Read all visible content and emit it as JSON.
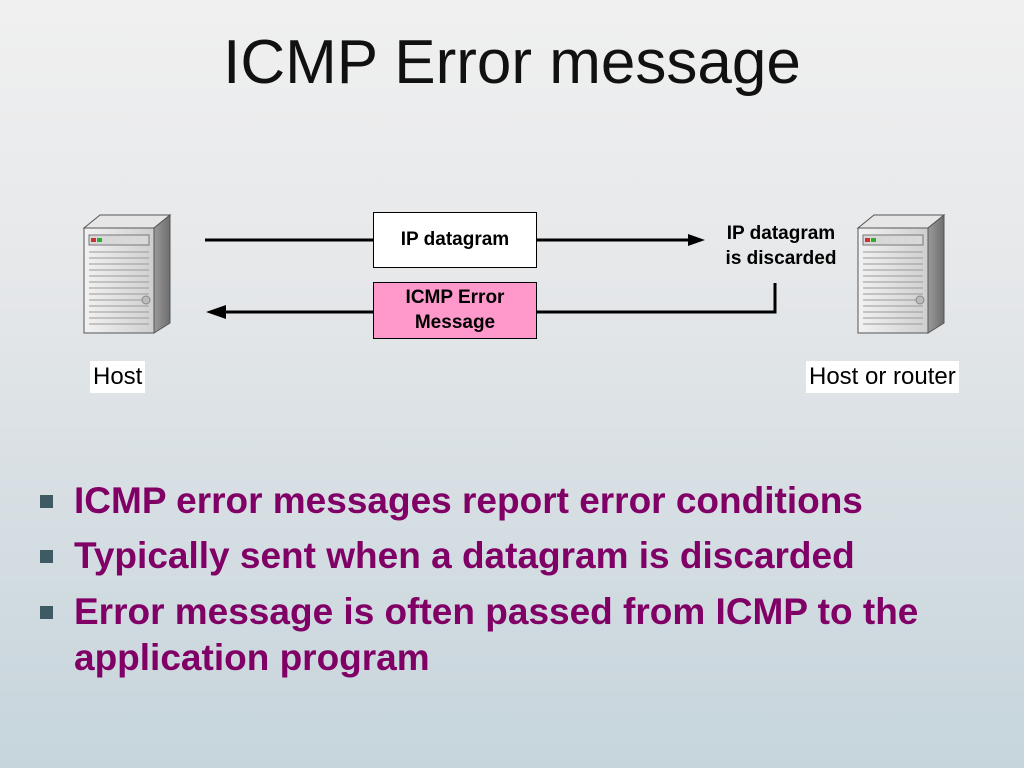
{
  "slide": {
    "title": "ICMP Error message"
  },
  "diagram": {
    "left_node_label": "Host",
    "right_node_label": "Host or router",
    "forward_box_label": "IP datagram",
    "return_box_line1": "ICMP Error",
    "return_box_line2": "Message",
    "discard_line1": "IP datagram",
    "discard_line2": "is discarded",
    "return_box_color": "#ff99cc",
    "left_node_icon": "server-icon",
    "right_node_icon": "server-icon"
  },
  "bullets": {
    "color": "#800066",
    "marker_color": "#3e5a62",
    "items": [
      "ICMP error messages report error conditions",
      "Typically sent when a datagram is discarded",
      "Error message is often passed from ICMP to the application program"
    ]
  }
}
